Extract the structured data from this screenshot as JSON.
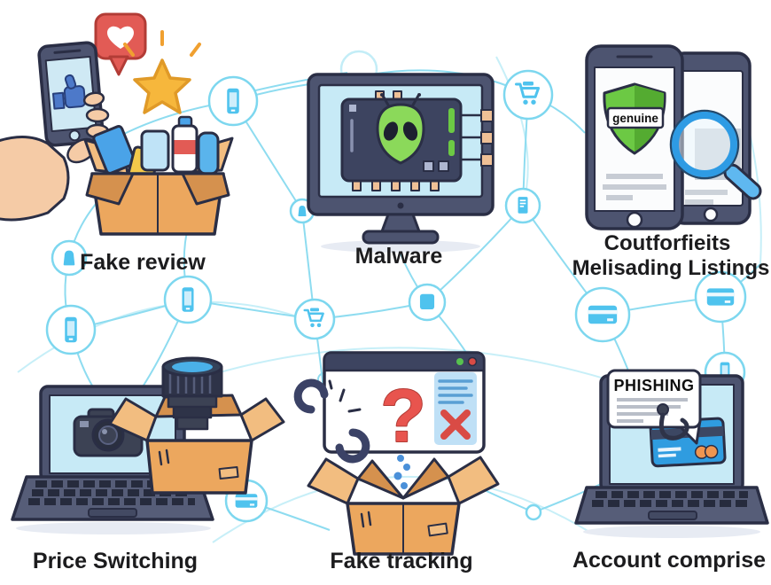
{
  "figures": {
    "fake_review": {
      "label": "Fake review"
    },
    "malware": {
      "label": "Malware"
    },
    "counterfeits": {
      "label_line1": "Coutforfieits",
      "label_line2": "Melisading Listings",
      "badge": "genuine"
    },
    "price_switching": {
      "label": "Price Switching"
    },
    "fake_tracking": {
      "label": "Fake tracking",
      "question_mark": "?"
    },
    "account_compromise": {
      "label": "Account comprise",
      "note": "PHISHING"
    }
  },
  "colors": {
    "network_line": "#8edcf0",
    "node_icon": "#4fc3ee",
    "outline": "#2a2e45",
    "device_slate": "#4d5470",
    "screen_blue": "#c7eaf6",
    "cardboard": "#eca75e",
    "alert_red": "#e8544e",
    "genuine_green": "#6cc944",
    "magnifier_blue": "#2e9be4",
    "card_blue": "#2f9ce0",
    "star_gold": "#f6b73c"
  }
}
